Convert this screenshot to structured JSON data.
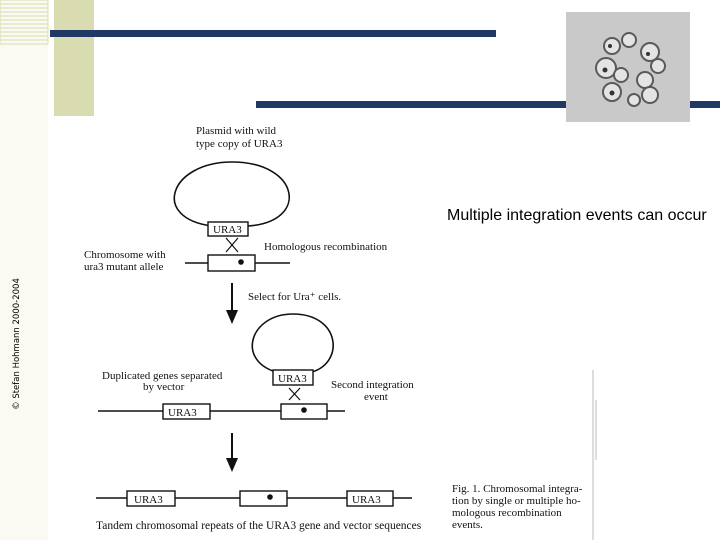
{
  "slide": {
    "title_text": "Multiple integration events can occur",
    "copyright": "© Stefan Hohmann 2000-2004"
  },
  "diagram": {
    "plasmid_label_line1": "Plasmid with wild",
    "plasmid_label_line2": "type copy of URA3",
    "ura3_label": "URA3",
    "homologous_recombination": "Homologous recombination",
    "chromosome_label_line1": "Chromosome with",
    "chromosome_label_line2": "ura3 mutant allele",
    "select_label": "Select for Ura⁺ cells.",
    "duplicated_line1": "Duplicated genes separated",
    "duplicated_line2": "by vector",
    "second_integration_line1": "Second integration",
    "second_integration_line2": "event",
    "tandem_caption": "Tandem chromosomal repeats of the URA3 gene and vector sequences",
    "fig_caption_lines": [
      "Fig. 1. Chromosomal integra-",
      "tion by single or multiple ho-",
      "mologous recombination",
      "events."
    ]
  },
  "colors": {
    "navy_bar": "#1f3864",
    "olive_block": "#d8dcb0",
    "photo_bg": "#c8c8c8"
  }
}
